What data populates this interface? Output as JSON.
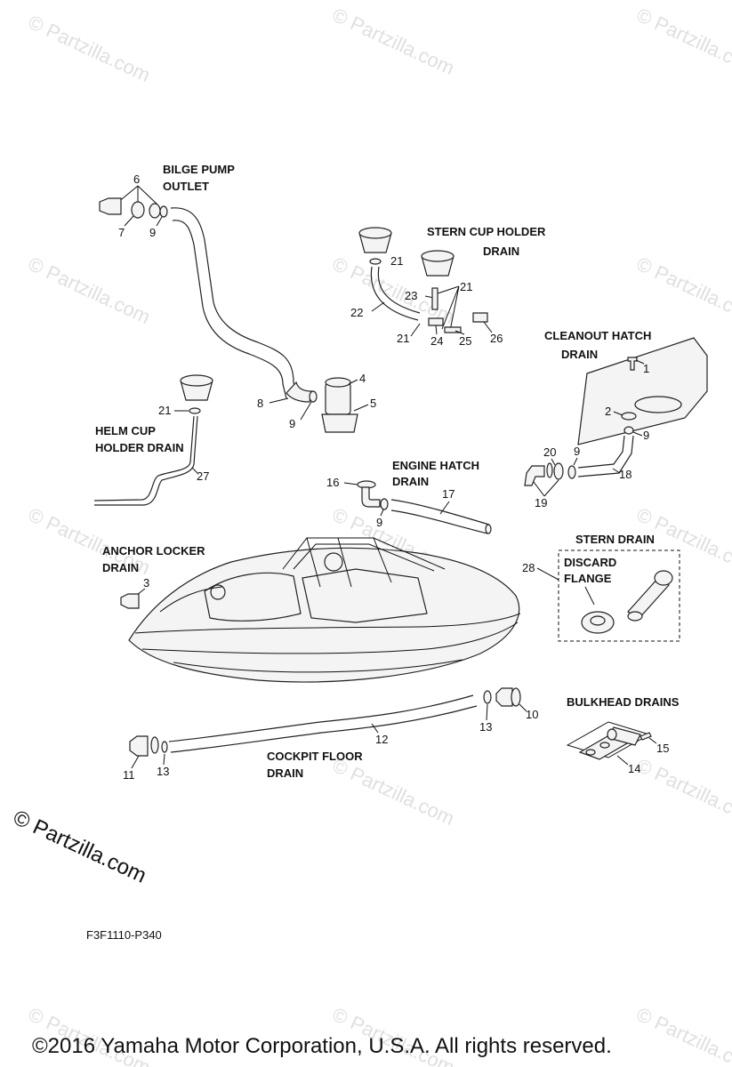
{
  "watermark": "© Partzilla.com",
  "logo_text": "© Partzilla.com",
  "diagram_code": "F3F1110-P340",
  "copyright": "©2016  Yamaha Motor Corporation, U.S.A. All rights reserved.",
  "labels": {
    "bilge_1": "BILGE PUMP",
    "bilge_2": "OUTLET",
    "stern_cup_1": "STERN CUP HOLDER",
    "stern_cup_2": "DRAIN",
    "cleanout_1": "CLEANOUT HATCH",
    "cleanout_2": "DRAIN",
    "helm_1": "HELM CUP",
    "helm_2": "HOLDER DRAIN",
    "engine_1": "ENGINE  HATCH",
    "engine_2": "DRAIN",
    "anchor_1": "ANCHOR LOCKER",
    "anchor_2": "DRAIN",
    "stern_drain": "STERN DRAIN",
    "discard_1": "DISCARD",
    "discard_2": "FLANGE",
    "bulkhead": "BULKHEAD DRAINS",
    "cockpit_1": "COCKPIT FLOOR",
    "cockpit_2": "DRAIN"
  },
  "callouts": {
    "n1": "1",
    "n2": "2",
    "n3": "3",
    "n4": "4",
    "n5": "5",
    "n6": "6",
    "n7": "7",
    "n8": "8",
    "n9": "9",
    "n10": "10",
    "n11": "11",
    "n12": "12",
    "n13": "13",
    "n14": "14",
    "n15": "15",
    "n16": "16",
    "n17": "17",
    "n18": "18",
    "n19": "19",
    "n20": "20",
    "n21": "21",
    "n22": "22",
    "n23": "23",
    "n24": "24",
    "n25": "25",
    "n26": "26",
    "n27": "27",
    "n28": "28"
  }
}
